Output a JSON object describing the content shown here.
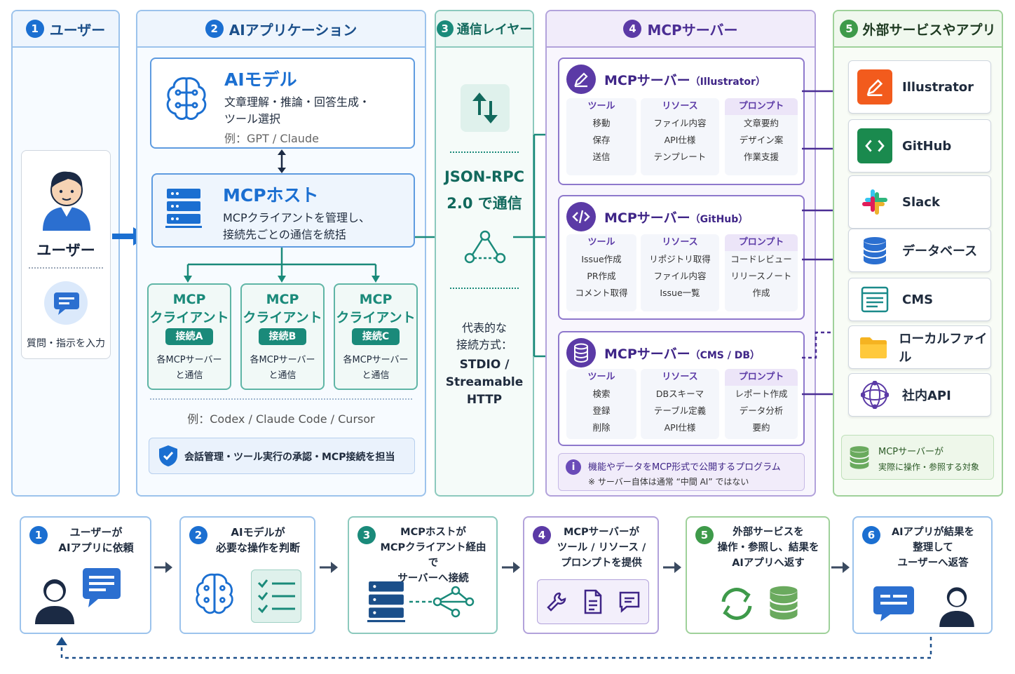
{
  "panels": {
    "user": {
      "num": "1",
      "title": "ユーザー",
      "label": "ユーザー",
      "input": "質問・指示を入力"
    },
    "app": {
      "num": "2",
      "title": "AIアプリケーション",
      "ai_model": {
        "title": "AIモデル",
        "line1": "文章理解・推論・回答生成・",
        "line2": "ツール選択",
        "example": "例：GPT / Claude"
      },
      "host": {
        "title": "MCPホスト",
        "line1": "MCPクライアントを管理し、",
        "line2": "接続先ごとの通信を統括"
      },
      "clients": [
        {
          "l1": "MCP",
          "l2": "クライアント",
          "badge": "接続A",
          "d1": "各MCPサーバー",
          "d2": "と通信"
        },
        {
          "l1": "MCP",
          "l2": "クライアント",
          "badge": "接続B",
          "d1": "各MCPサーバー",
          "d2": "と通信"
        },
        {
          "l1": "MCP",
          "l2": "クライアント",
          "badge": "接続C",
          "d1": "各MCPサーバー",
          "d2": "と通信"
        }
      ],
      "example": "例：Codex / Claude Code / Cursor",
      "note": "会話管理・ツール実行の承認・MCP接続を担当"
    },
    "comm": {
      "num": "3",
      "title": "通信レイヤー",
      "rpc1": "JSON-RPC",
      "rpc2": "2.0 で通信",
      "m1": "代表的な",
      "m2": "接続方式：",
      "m3": "STDIO /",
      "m4": "Streamable",
      "m5": "HTTP"
    },
    "mcp": {
      "num": "4",
      "title": "MCPサーバー",
      "servers": [
        {
          "title": "MCPサーバー",
          "sub": "（Illustrator）",
          "cols": [
            {
              "h": "ツール",
              "items": [
                "移動",
                "保存",
                "送信"
              ]
            },
            {
              "h": "リソース",
              "items": [
                "ファイル内容",
                "API仕様",
                "テンプレート"
              ]
            },
            {
              "h": "プロンプト",
              "items": [
                "文章要約",
                "デザイン案",
                "作業支援"
              ]
            }
          ]
        },
        {
          "title": "MCPサーバー",
          "sub": "（GitHub）",
          "cols": [
            {
              "h": "ツール",
              "items": [
                "Issue作成",
                "PR作成",
                "コメント取得"
              ]
            },
            {
              "h": "リソース",
              "items": [
                "リポジトリ取得",
                "ファイル内容",
                "Issue一覧"
              ]
            },
            {
              "h": "プロンプト",
              "items": [
                "コードレビュー",
                "リリースノート",
                "作成"
              ]
            }
          ]
        },
        {
          "title": "MCPサーバー",
          "sub": "（CMS / DB）",
          "cols": [
            {
              "h": "ツール",
              "items": [
                "検索",
                "登録",
                "削除"
              ]
            },
            {
              "h": "リソース",
              "items": [
                "DBスキーマ",
                "テーブル定義",
                "API仕様"
              ]
            },
            {
              "h": "プロンプト",
              "items": [
                "レポート作成",
                "データ分析",
                "要約"
              ]
            }
          ]
        }
      ],
      "note1": "機能やデータをMCP形式で公開するプログラム",
      "note2": "※ サーバー自体は通常 “中間 AI” ではない"
    },
    "ext": {
      "num": "5",
      "title": "外部サービスやアプリ",
      "services": [
        {
          "label": "Illustrator",
          "icon": "pen-icon"
        },
        {
          "label": "GitHub",
          "icon": "code-icon"
        },
        {
          "label": "Slack",
          "icon": "slack-icon"
        },
        {
          "label": "データベース",
          "icon": "database-icon"
        },
        {
          "label": "CMS",
          "icon": "cms-icon"
        },
        {
          "label": "ローカルファイル",
          "icon": "folder-icon"
        },
        {
          "label": "社内API",
          "icon": "network-icon"
        }
      ],
      "note1": "MCPサーバーが",
      "note2": "実際に操作・参照する対象"
    }
  },
  "steps": [
    {
      "num": "1",
      "lines": [
        "ユーザーが",
        "AIアプリに依頼"
      ]
    },
    {
      "num": "2",
      "lines": [
        "AIモデルが",
        "必要な操作を判断"
      ]
    },
    {
      "num": "3",
      "lines": [
        "MCPホストが",
        "MCPクライアント経由で",
        "サーバーへ接続"
      ]
    },
    {
      "num": "4",
      "lines": [
        "MCPサーバーが",
        "ツール / リソース /",
        "プロンプトを提供"
      ]
    },
    {
      "num": "5",
      "lines": [
        "外部サービスを",
        "操作・参照し、結果を",
        "AIアプリへ返す"
      ]
    },
    {
      "num": "6",
      "lines": [
        "AIアプリが結果を",
        "整理して",
        "ユーザーへ返答"
      ]
    }
  ],
  "colors": {
    "blue": "#1b6fd1",
    "teal": "#1a8a7a",
    "purple": "#5b3aa6",
    "green": "#3e9a4a",
    "light_blue": "#eef5fd",
    "light_teal": "#eaf6f3",
    "light_purple": "#f3effb",
    "light_green": "#f0f8ee"
  }
}
